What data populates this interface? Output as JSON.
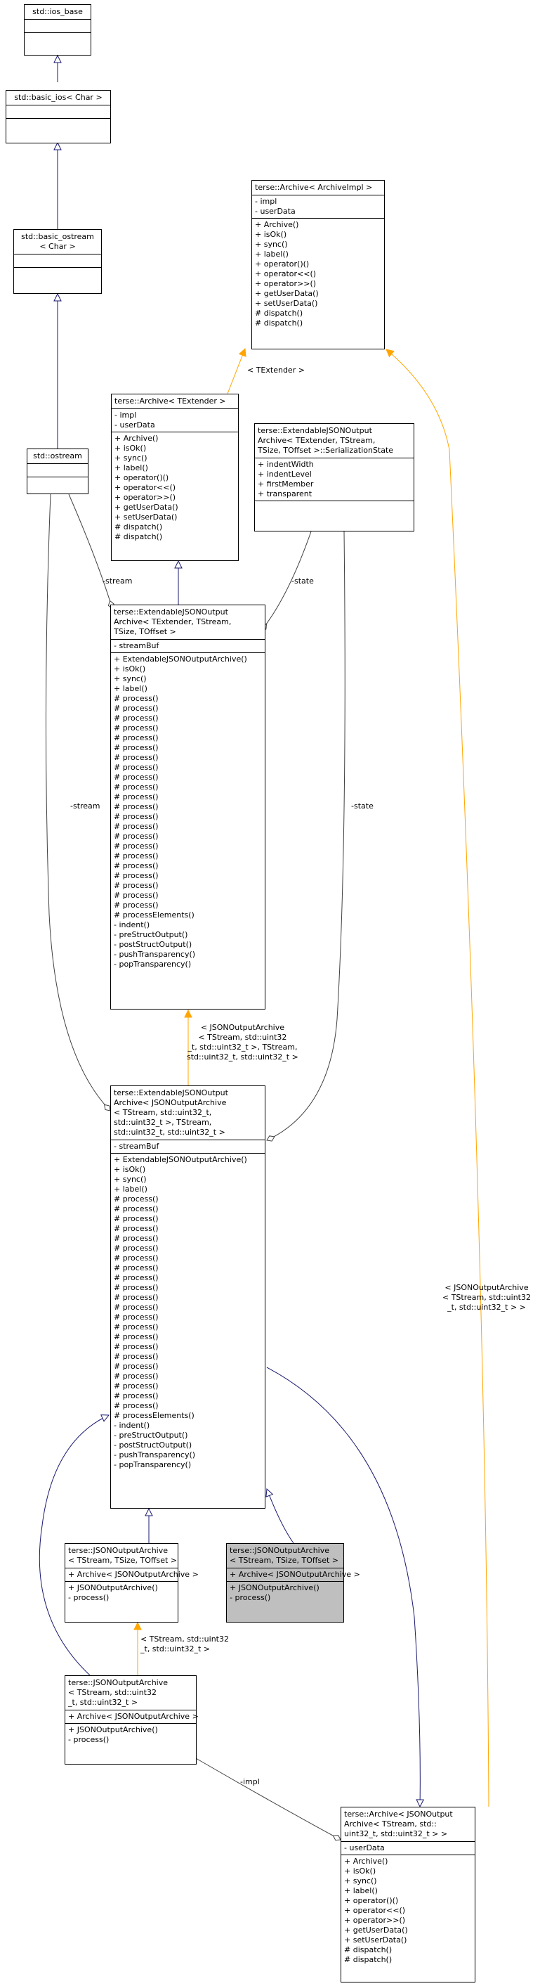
{
  "classes": {
    "ios_base": {
      "title": [
        "std::ios_base"
      ],
      "attrs": [],
      "ops": []
    },
    "basic_ios": {
      "title": [
        "std::basic_ios< Char >"
      ],
      "attrs": [],
      "ops": []
    },
    "basic_ostream": {
      "title": [
        "std::basic_ostream",
        "< Char >"
      ],
      "attrs": [],
      "ops": []
    },
    "ostream": {
      "title": [
        "std::ostream"
      ],
      "attrs": [],
      "ops": []
    },
    "archive_impl": {
      "title": [
        "terse::Archive< ArchiveImpl >"
      ],
      "attrs": [
        "- impl",
        "- userData"
      ],
      "ops": [
        "+ Archive()",
        "+ isOk()",
        "+ sync()",
        "+ label()",
        "+ operator()()",
        "+ operator<<()",
        "+ operator>>()",
        "+ getUserData()",
        "+ setUserData()",
        "# dispatch()",
        "# dispatch()"
      ]
    },
    "archive_textender": {
      "title": [
        "terse::Archive< TExtender >"
      ],
      "attrs": [
        "- impl",
        "- userData"
      ],
      "ops": [
        "+ Archive()",
        "+ isOk()",
        "+ sync()",
        "+ label()",
        "+ operator()()",
        "+ operator<<()",
        "+ operator>>()",
        "+ getUserData()",
        "+ setUserData()",
        "# dispatch()",
        "# dispatch()"
      ]
    },
    "serialization_state": {
      "title": [
        "terse::ExtendableJSONOutput",
        "Archive< TExtender, TStream,",
        "TSize, TOffset >::SerializationState"
      ],
      "attrs": [
        "+ indentWidth",
        "+ indentLevel",
        "+ firstMember",
        "+ transparent"
      ],
      "ops": []
    },
    "ext_template": {
      "title": [
        "terse::ExtendableJSONOutput",
        "Archive< TExtender, TStream,",
        "TSize, TOffset >"
      ],
      "attrs": [
        "- streamBuf"
      ],
      "ops": [
        "+ ExtendableJSONOutputArchive()",
        "+ isOk()",
        "+ sync()",
        "+ label()",
        "# process()",
        "# process()",
        "# process()",
        "# process()",
        "# process()",
        "# process()",
        "# process()",
        "# process()",
        "# process()",
        "# process()",
        "# process()",
        "# process()",
        "# process()",
        "# process()",
        "# process()",
        "# process()",
        "# process()",
        "# process()",
        "# process()",
        "# process()",
        "# process()",
        "# process()",
        "# processElements()",
        "- indent()",
        "- preStructOutput()",
        "- postStructOutput()",
        "- pushTransparency()",
        "- popTransparency()"
      ]
    },
    "ext_inst": {
      "title": [
        "terse::ExtendableJSONOutput",
        "Archive< JSONOutputArchive",
        "< TStream, std::uint32_t,",
        "std::uint32_t >, TStream,",
        "std::uint32_t, std::uint32_t >"
      ],
      "attrs": [
        "- streamBuf"
      ],
      "ops": [
        "+ ExtendableJSONOutputArchive()",
        "+ isOk()",
        "+ sync()",
        "+ label()",
        "# process()",
        "# process()",
        "# process()",
        "# process()",
        "# process()",
        "# process()",
        "# process()",
        "# process()",
        "# process()",
        "# process()",
        "# process()",
        "# process()",
        "# process()",
        "# process()",
        "# process()",
        "# process()",
        "# process()",
        "# process()",
        "# process()",
        "# process()",
        "# process()",
        "# process()",
        "# processElements()",
        "- indent()",
        "- preStructOutput()",
        "- postStructOutput()",
        "- pushTransparency()",
        "- popTransparency()"
      ]
    },
    "json_template": {
      "title": [
        "terse::JSONOutputArchive",
        "< TStream, TSize, TOffset >"
      ],
      "attrs": [
        "+ Archive< JSONOutputArchive >"
      ],
      "ops": [
        "+ JSONOutputArchive()",
        "- process()"
      ]
    },
    "json_focus": {
      "title": [
        "terse::JSONOutputArchive",
        "< TStream, TSize, TOffset >"
      ],
      "attrs": [
        "+ Archive< JSONOutputArchive >"
      ],
      "ops": [
        "+ JSONOutputArchive()",
        "- process()"
      ]
    },
    "json_inst": {
      "title": [
        "terse::JSONOutputArchive",
        "< TStream, std::uint32",
        "_t, std::uint32_t >"
      ],
      "attrs": [
        "+ Archive< JSONOutputArchive >"
      ],
      "ops": [
        "+ JSONOutputArchive()",
        "- process()"
      ]
    },
    "archive_json": {
      "title": [
        "terse::Archive< JSONOutput",
        "Archive< TStream, std::",
        "uint32_t, std::uint32_t > >"
      ],
      "attrs": [
        "- userData"
      ],
      "ops": [
        "+ Archive()",
        "+ isOk()",
        "+ sync()",
        "+ label()",
        "+ operator()()",
        "+ operator<<()",
        "+ operator>>()",
        "+ getUserData()",
        "+ setUserData()",
        "# dispatch()",
        "# dispatch()"
      ]
    }
  },
  "edge_labels": {
    "textender": "< TExtender >",
    "stream1": "-stream",
    "state1": "-state",
    "stream2": "-stream",
    "state2": "-state",
    "ext_bind": [
      "< JSONOutputArchive",
      "< TStream, std::uint32",
      "_t, std::uint32_t >, TStream,",
      "std::uint32_t, std::uint32_t >"
    ],
    "json_bind": [
      "< TStream, std::uint32",
      "_t, std::uint32_t >"
    ],
    "archive_bind": [
      "< JSONOutputArchive",
      "< TStream, std::uint32",
      "_t, std::uint32_t > >"
    ],
    "impl": "-impl"
  },
  "colors": {
    "inheritance": "#191970",
    "template_binding": "#ffa500",
    "usage": "#404040",
    "focus_fill": "#bfbfbf"
  }
}
